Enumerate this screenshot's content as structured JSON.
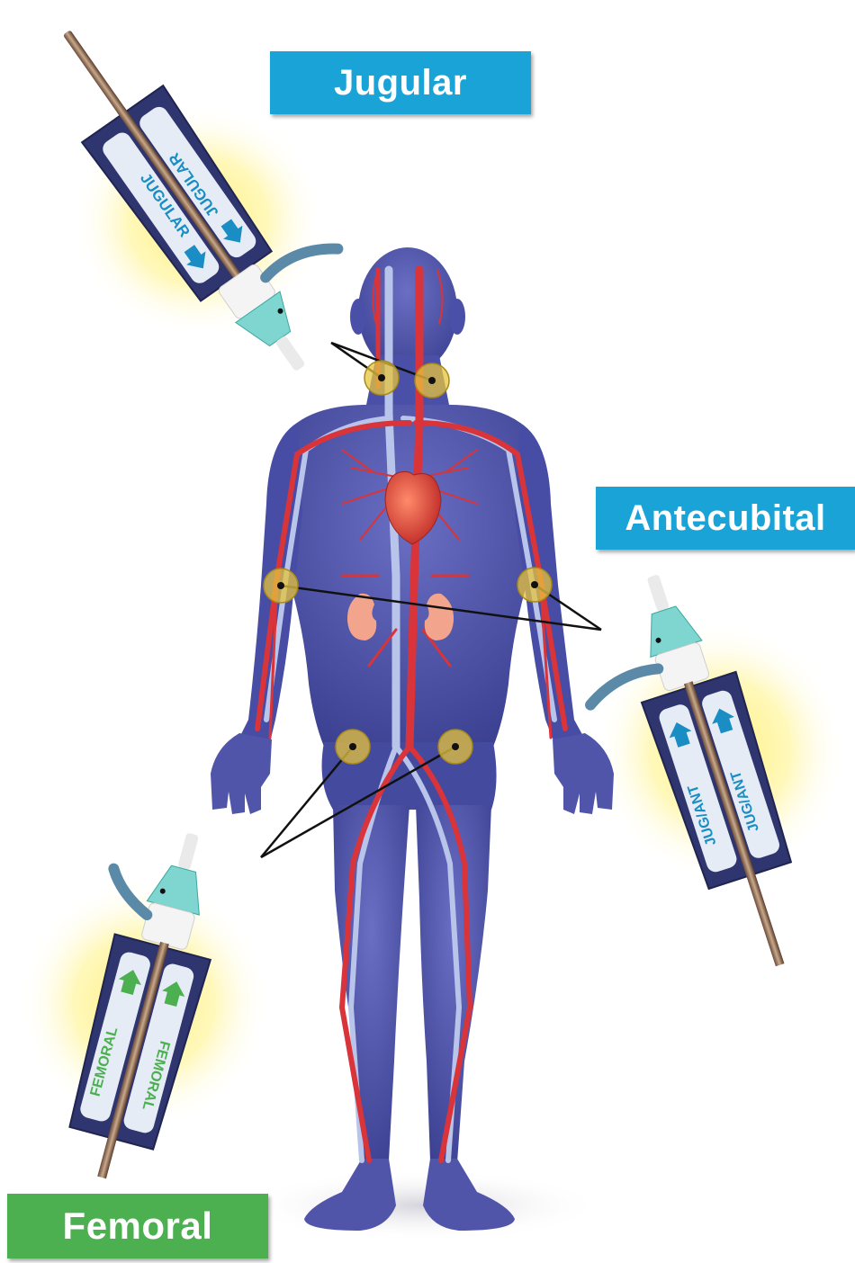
{
  "labels": {
    "jugular": "Jugular",
    "antecubital": "Antecubital",
    "femoral": "Femoral"
  },
  "devices": {
    "jugular": {
      "text": "JUGULAR",
      "icon": "arrow-down-icon"
    },
    "antecubital": {
      "text": "JUG/ANT",
      "icon": "arrow-up-icon"
    },
    "femoral": {
      "text": "FEMORAL",
      "icon": "arrow-up-icon"
    }
  },
  "colors": {
    "label_blue": "#1aa3d6",
    "label_green": "#4caf50",
    "body": "#4a4fa8",
    "artery": "#d8343a",
    "vein": "#b9c4ea",
    "glow": "#fff07a",
    "site_marker": "#e7c43c"
  }
}
